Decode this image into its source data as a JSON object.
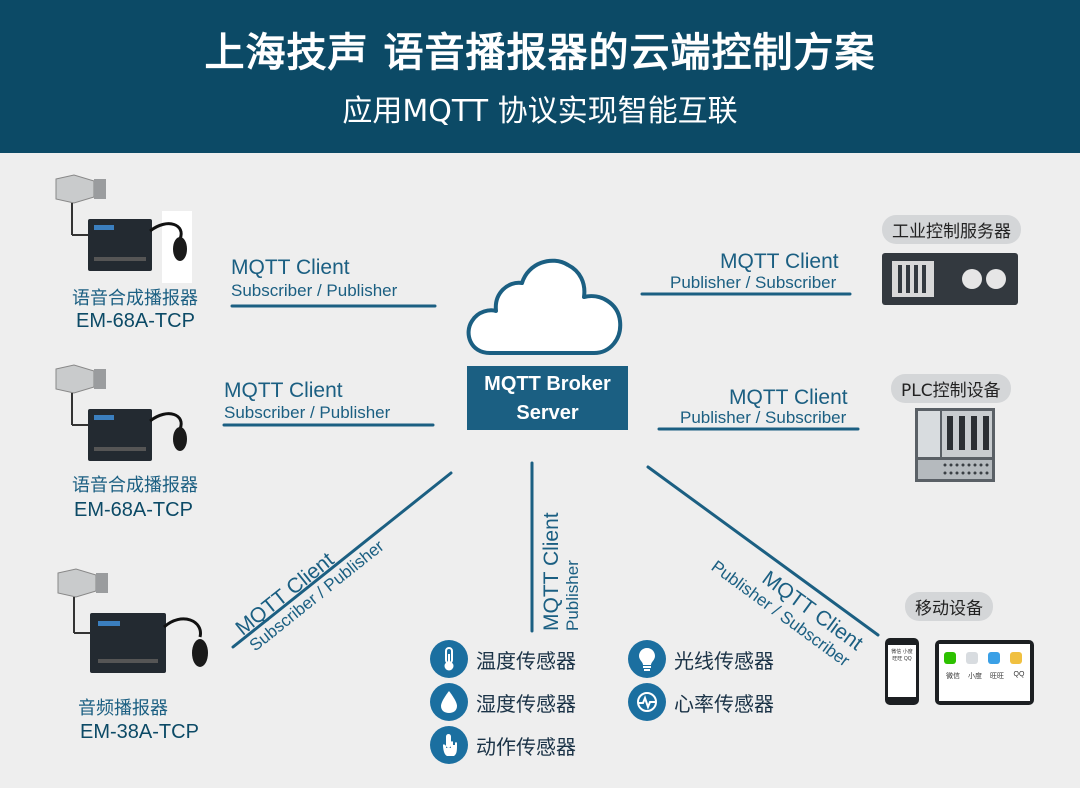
{
  "header": {
    "title": "上海技声 语音播报器的云端控制方案",
    "subtitle": "应用MQTT 协议实现智能互联"
  },
  "broker": {
    "line1": "MQTT Broker",
    "line2": "Server"
  },
  "left_devices": [
    {
      "name": "语音合成播报器",
      "model": "EM-68A-TCP",
      "client": "MQTT Client",
      "role": "Subscriber / Publisher"
    },
    {
      "name": "语音合成播报器",
      "model": "EM-68A-TCP",
      "client": "MQTT Client",
      "role": "Subscriber / Publisher"
    },
    {
      "name": "音频播报器",
      "model": "EM-38A-TCP",
      "client": "MQTT Client",
      "role": "Subscriber / Publisher"
    }
  ],
  "right_devices": [
    {
      "name": "工业控制服务器",
      "client": "MQTT Client",
      "role": "Publisher / Subscriber"
    },
    {
      "name": "PLC控制设备",
      "client": "MQTT Client",
      "role": "Publisher / Subscriber"
    },
    {
      "name": "移动设备",
      "client": "MQTT Client",
      "role": "Publisher / Subscriber"
    }
  ],
  "sensor_link": {
    "client": "MQTT Client",
    "role": "Publisher"
  },
  "sensors": [
    {
      "label": "温度传感器",
      "icon": "thermometer-icon"
    },
    {
      "label": "湿度传感器",
      "icon": "droplet-icon"
    },
    {
      "label": "动作传感器",
      "icon": "hand-pointer-icon"
    },
    {
      "label": "光线传感器",
      "icon": "lightbulb-icon"
    },
    {
      "label": "心率传感器",
      "icon": "heartbeat-icon"
    }
  ],
  "apps": {
    "phone": [
      "微信",
      "小度",
      "旺旺",
      "QQ"
    ],
    "tablet": [
      "微信",
      "小度",
      "旺旺",
      "QQ"
    ]
  },
  "colors": {
    "header_bg": "#0c4a66",
    "accent": "#1b5f82",
    "line": "#1b5f82",
    "sensor_icon": "#1b6fa0",
    "background": "#eeeeee"
  }
}
